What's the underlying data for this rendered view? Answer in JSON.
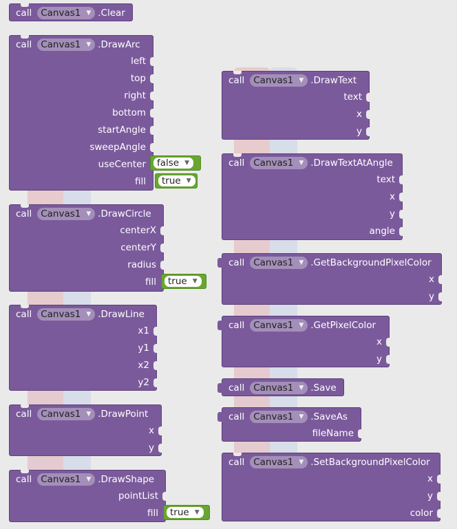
{
  "component": "Canvas1",
  "call_label": "call",
  "dropdown_arrow": "▼",
  "blocks": {
    "clear": {
      "method": ".Clear",
      "args": []
    },
    "drawArc": {
      "method": ".DrawArc",
      "args": [
        "left",
        "top",
        "right",
        "bottom",
        "startAngle",
        "sweepAngle",
        "useCenter",
        "fill"
      ]
    },
    "drawCircle": {
      "method": ".DrawCircle",
      "args": [
        "centerX",
        "centerY",
        "radius",
        "fill"
      ]
    },
    "drawLine": {
      "method": ".DrawLine",
      "args": [
        "x1",
        "y1",
        "x2",
        "y2"
      ]
    },
    "drawPoint": {
      "method": ".DrawPoint",
      "args": [
        "x",
        "y"
      ]
    },
    "drawShape": {
      "method": ".DrawShape",
      "args": [
        "pointList",
        "fill"
      ]
    },
    "drawText": {
      "method": ".DrawText",
      "args": [
        "text",
        "x",
        "y"
      ]
    },
    "drawTextAtAngle": {
      "method": ".DrawTextAtAngle",
      "args": [
        "text",
        "x",
        "y",
        "angle"
      ]
    },
    "getBackgroundPixelColor": {
      "method": ".GetBackgroundPixelColor",
      "args": [
        "x",
        "y"
      ]
    },
    "getPixelColor": {
      "method": ".GetPixelColor",
      "args": [
        "x",
        "y"
      ]
    },
    "save": {
      "method": ".Save",
      "args": []
    },
    "saveAs": {
      "method": ".SaveAs",
      "args": [
        "fileName"
      ]
    },
    "setBackgroundPixelColor": {
      "method": ".SetBackgroundPixelColor",
      "args": [
        "x",
        "y",
        "color"
      ]
    }
  },
  "bools": {
    "arc_useCenter": "false",
    "arc_fill": "true",
    "circle_fill": "true",
    "shape_fill": "true"
  },
  "colors": {
    "procedure_block": "#7b5a9c",
    "logic_block": "#68a630",
    "workspace": "#eaeaea"
  }
}
